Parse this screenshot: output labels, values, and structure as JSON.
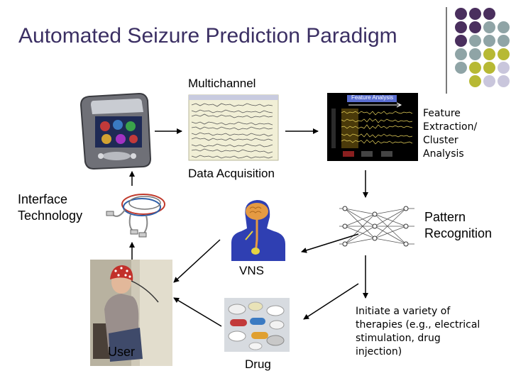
{
  "title": "Automated Seizure Prediction Paradigm",
  "labels": {
    "multichannel": "Multichannel",
    "data_acquisition": "Data Acquisition",
    "feature_extraction": [
      "Feature",
      "Extraction/",
      "Cluster",
      "Analysis"
    ],
    "interface_technology": [
      "Interface",
      "Technology"
    ],
    "pattern_recognition": [
      "Pattern",
      "Recognition"
    ],
    "vns": "VNS",
    "user": "User",
    "drug": "Drug",
    "therapies": [
      "Initiate a variety of",
      "therapies (e.g., electrical",
      "stimulation, drug",
      "injection)"
    ]
  },
  "feature_panel": {
    "heading": "Feature Analysis"
  },
  "colors": {
    "title": "#3b2f63",
    "dot_purple": "#4a2f5e",
    "dot_teal": "#8fa4a6",
    "dot_olive": "#b7b934",
    "dot_lavender": "#c9c6dc"
  },
  "icons": [
    "handheld-device-icon",
    "eeg-traces-icon",
    "feature-analysis-icon",
    "electrode-leads-icon",
    "brain-vns-icon",
    "neural-network-icon",
    "eeg-cap-user-icon",
    "pills-icon"
  ]
}
